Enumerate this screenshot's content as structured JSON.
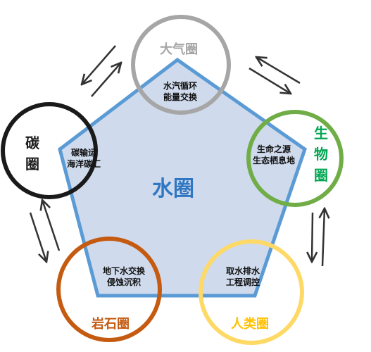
{
  "center": {
    "label": "水圈",
    "color": "#2f77c2"
  },
  "pentagon": {
    "fill": "#cfdaed",
    "stroke": "#5b9bd5"
  },
  "spheres": {
    "atmosphere": {
      "label": "大气圈",
      "color": "#a6a6a6",
      "text": [
        "水汽循环",
        "能量交换"
      ]
    },
    "biosphere": {
      "label": [
        "生",
        "物",
        "圈"
      ],
      "color": "#70ad47",
      "label_color": "#00a651",
      "text": [
        "生命之源",
        "生态栖息地"
      ]
    },
    "anthroposphere": {
      "label": "人类圈",
      "color": "#ffd966",
      "label_color": "#ffc000",
      "text": [
        "取水排水",
        "工程调控"
      ]
    },
    "lithosphere": {
      "label": "岩石圈",
      "color": "#c55a11",
      "text": [
        "地下水交换",
        "侵蚀沉积"
      ]
    },
    "carbon": {
      "label": [
        "碳",
        "圈"
      ],
      "color": "#1a1a1a",
      "text": [
        "碳输运",
        "海洋碳汇"
      ]
    }
  },
  "arrow_color": "#333333"
}
